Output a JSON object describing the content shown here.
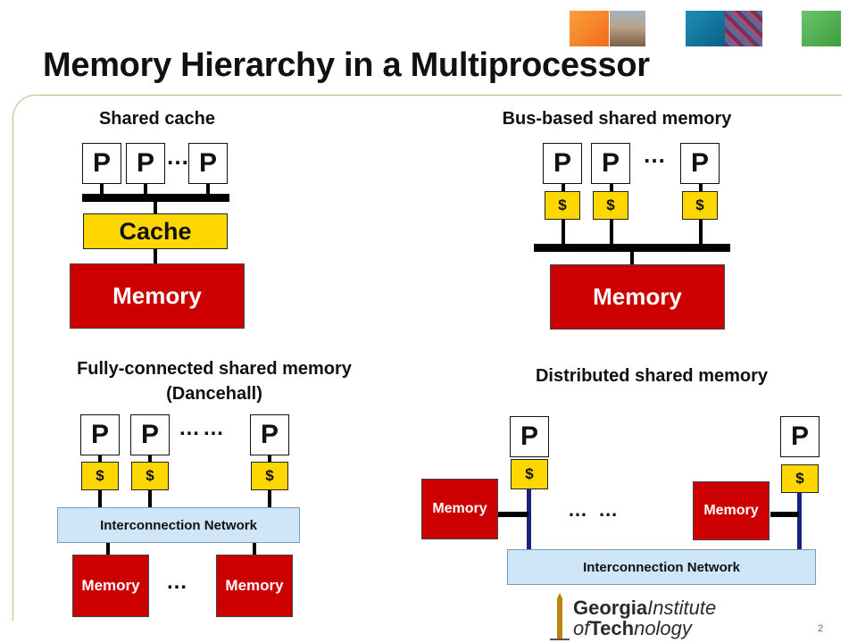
{
  "slide": {
    "title": "Memory Hierarchy in a Multiprocessor",
    "page_number": "2"
  },
  "colors": {
    "memory": "#cc0000",
    "cache": "#ffd700",
    "network": "#cfe6f8",
    "link": "#1a237e",
    "frame": "#c9b38a"
  },
  "header_thumbnails": [
    "orange-square",
    "campus-photo",
    "blue-square",
    "chip-photo",
    "green-square"
  ],
  "shared_cache": {
    "heading": "Shared cache",
    "p": "P",
    "ellipsis": "…",
    "cache": "Cache",
    "memory": "Memory"
  },
  "bus_based": {
    "heading": "Bus-based shared memory",
    "p": "P",
    "cache": "$",
    "ellipsis": "…",
    "memory": "Memory"
  },
  "dancehall": {
    "heading_line1": "Fully-connected shared memory",
    "heading_line2": "(Dancehall)",
    "p": "P",
    "cache": "$",
    "ellipsis_p": "……",
    "network": "Interconnection Network",
    "memory": "Memory",
    "ellipsis_mem": "…"
  },
  "distributed": {
    "heading": "Distributed shared memory",
    "p": "P",
    "cache": "$",
    "memory": "Memory",
    "ellipsis": "… …",
    "network": "Interconnection Network"
  },
  "logo": {
    "line1_bold": "Georgia",
    "line1_rest": "Institute",
    "line2_pre": "of",
    "line2_bold": "Tech",
    "line2_rest": "nology"
  }
}
